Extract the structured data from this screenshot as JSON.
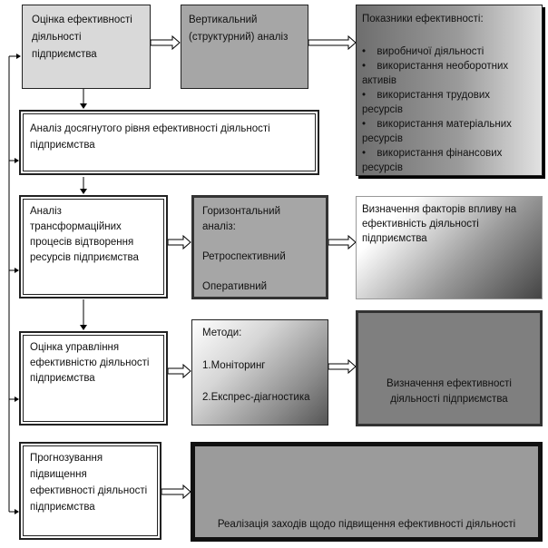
{
  "boxes": {
    "b1": [
      "Оцінка ефективності",
      "діяльності",
      "підприємства"
    ],
    "b2": [
      "Вертикальний",
      "(структурний) аналіз"
    ],
    "b3": {
      "title": "Показники ефективності:",
      "items": [
        [
          "виробничої діяльності"
        ],
        [
          "використання необоротних",
          "активів"
        ],
        [
          "використання трудових",
          "ресурсів"
        ],
        [
          "використання матеріальних",
          "ресурсів"
        ],
        [
          "використання фінансових",
          "ресурсів"
        ]
      ]
    },
    "b4": [
      "Аналіз досягнутого рівня ефективності діяльності",
      "підприємства"
    ],
    "b5": [
      "Аналіз",
      "трансформаційних",
      "процесів відтворення",
      "ресурсів підприємства"
    ],
    "b6": [
      "Горизонтальний",
      "аналіз:",
      "",
      "Ретроспективний",
      "",
      "Оперативний"
    ],
    "b7": [
      "Визначення факторів впливу на",
      "ефективність діяльності",
      "підприємства"
    ],
    "b8": [
      "Оцінка управління",
      "ефективністю діяльності",
      "підприємства"
    ],
    "b9": [
      "Методи:",
      "",
      "1.Моніторинг",
      "",
      "2.Експрес-діагностика"
    ],
    "b10": [
      "Визначення ефективності",
      "діяльності підприємства"
    ],
    "b11": [
      "Прогнозування",
      "підвищення",
      "ефективності діяльності",
      "підприємства"
    ],
    "b12": [
      "Реалізація заходів щодо підвищення ефективності діяльності"
    ]
  },
  "bullet_glyph": "•"
}
